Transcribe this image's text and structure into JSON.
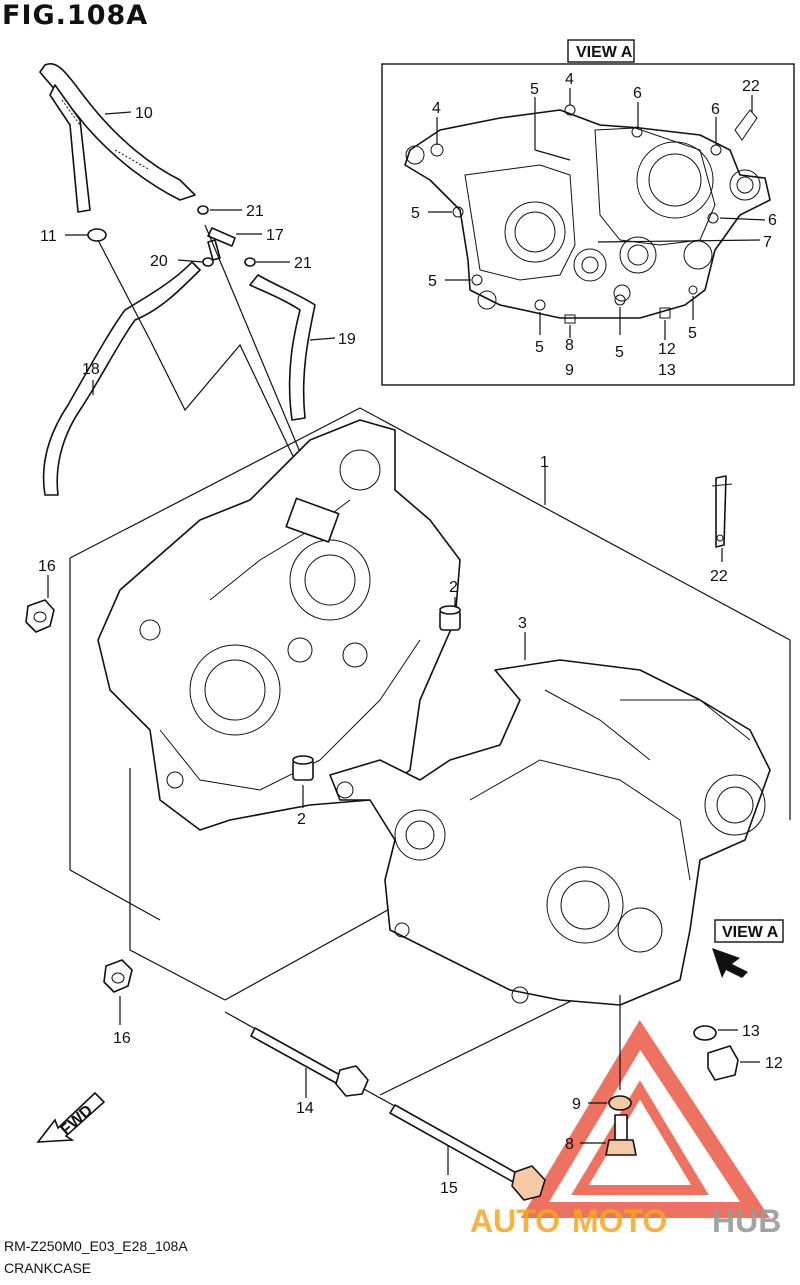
{
  "figure": {
    "title": "FIG.108A"
  },
  "view_a_box_label": "VIEW A",
  "view_a_arrow_label": "VIEW A",
  "fwd_label": "FWD",
  "watermark": {
    "brand_auto": "AUTO",
    "brand_moto": "MOTO",
    "brand_hub": "HUB"
  },
  "footer": {
    "code": "RM-Z250M0_E03_E28_108A",
    "name": "CRANKCASE"
  },
  "callouts": {
    "n1": "1",
    "n2a": "2",
    "n2b": "2",
    "n3": "3",
    "n10": "10",
    "n11": "11",
    "n14": "14",
    "n15": "15",
    "n16a": "16",
    "n16b": "16",
    "n17": "17",
    "n18": "18",
    "n19": "19",
    "n20": "20",
    "n21a": "21",
    "n21b": "21",
    "n22": "22",
    "n8": "8",
    "n9": "9",
    "n12": "12",
    "n13": "13",
    "va4a": "4",
    "va4b": "4",
    "va5a": "5",
    "va5b": "5",
    "va5c": "5",
    "va5d": "5",
    "va5e": "5",
    "va5f": "5",
    "va6a": "6",
    "va6b": "6",
    "va6c": "6",
    "va7": "7",
    "va22": "22",
    "va8": "8",
    "va9": "9",
    "va12": "12",
    "va13": "13"
  },
  "colors": {
    "watermark_red": "#e8432e",
    "watermark_orange": "#f5a623",
    "watermark_gray": "#9a9a9a"
  }
}
